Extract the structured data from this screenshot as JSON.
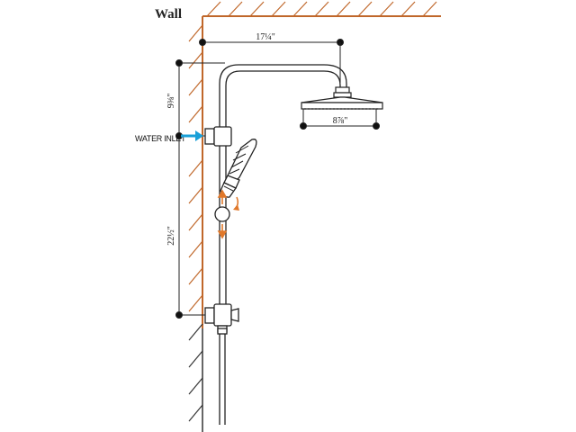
{
  "title": "Wall",
  "labels": {
    "top_width": "17¼\"",
    "head_diameter": "8⅞\"",
    "upper_height": "9⅜\"",
    "lower_height": "22½\"",
    "water_inlet": "WATER INLET"
  },
  "colors": {
    "wall_hatch": "#c0672a",
    "wall_line": "#c0672a",
    "arrow_inlet": "#1aa0d8",
    "slider_arrows": "#e0782a",
    "line": "#222222"
  }
}
